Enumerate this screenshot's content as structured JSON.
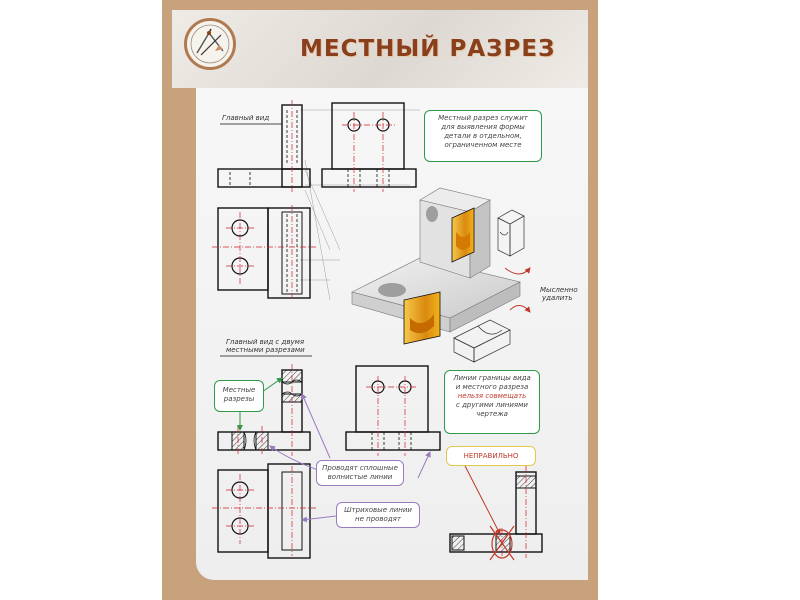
{
  "title": "МЕСТНЫЙ РАЗРЕЗ",
  "labels": {
    "main_view": "Главный вид",
    "main_view_two_sections_line1": "Главный вид с двумя",
    "main_view_two_sections_line2": "местными разрезами",
    "mentally_remove_line1": "Мысленно",
    "mentally_remove_line2": "удалить"
  },
  "notes": {
    "definition": {
      "lines": [
        "Местный разрез служит",
        "для выявления формы",
        "детали в отдельном,",
        "ограниченном месте"
      ]
    },
    "local_sections": {
      "lines": [
        "Местные",
        "разрезы"
      ]
    },
    "boundary_rule": {
      "line1": "Линии границы вида",
      "line2": "и местного разреза",
      "line3_red": "нельзя совмещать",
      "line4": "с другими линиями",
      "line5": "чертежа"
    },
    "wavy_lines": {
      "lines": [
        "Проводят сплошные",
        "волнистые линии"
      ]
    },
    "hatch_lines": {
      "lines": [
        "Штриховые линии",
        "не проводят"
      ]
    },
    "wrong": "НЕПРАВИЛЬНО"
  },
  "colors": {
    "poster_frame": "#c8a27c",
    "title": "#8a3f1c",
    "green_frame": "#2f9a48",
    "purple_frame": "#9b7bc0",
    "yellow_frame": "#e3c84a",
    "centerline": "#d11f2a",
    "section_fill": "#f3b21b",
    "arrow_purple": "#9b7bc0"
  },
  "icons": {
    "logo": "drafting-compass-icon"
  }
}
